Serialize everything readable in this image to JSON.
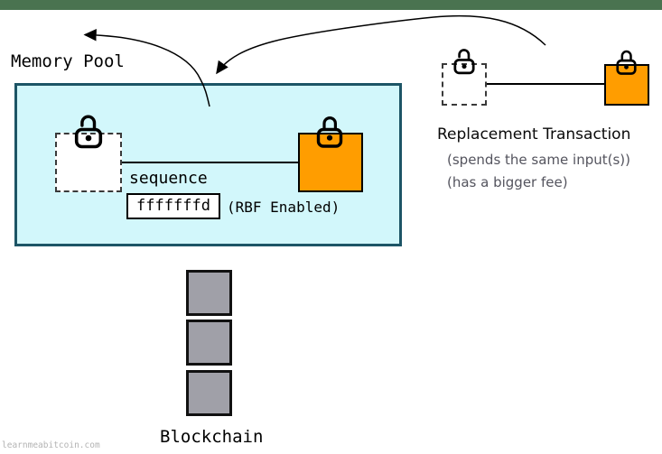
{
  "colors": {
    "top_bar": "#4a7350",
    "pool_fill": "#d2f7fb",
    "pool_border": "#1d5566",
    "output_orange": "#ff9d00",
    "block_gray": "#a0a0a8",
    "subtitle_gray": "#54545e",
    "watermark_gray": "#b3b3b3"
  },
  "memory_pool": {
    "title": "Memory Pool",
    "transaction": {
      "input_icon": "unlocked-padlock-icon",
      "output_icon": "locked-padlock-icon",
      "sequence_label": "sequence",
      "sequence_value": "fffffffd",
      "sequence_note": "(RBF Enabled)"
    }
  },
  "replacement": {
    "title": "Replacement Transaction",
    "subtitle1": "(spends the same input(s))",
    "subtitle2": "(has a bigger fee)",
    "input_icon": "unlocked-padlock-icon",
    "output_icon": "locked-padlock-icon"
  },
  "arrows": {
    "eviction_arrow": "original transaction leaves memory pool",
    "replacement_arrow": "replacement transaction enters memory pool"
  },
  "blockchain": {
    "label": "Blockchain",
    "block_count": 3
  },
  "watermark": "learnmeabitcoin.com"
}
